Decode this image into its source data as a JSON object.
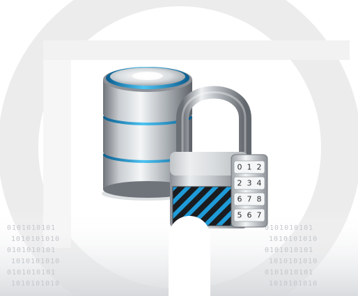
{
  "dial_digits": [
    [
      "0",
      "1",
      "2"
    ],
    [
      "2",
      "3",
      "4"
    ],
    [
      "6",
      "7",
      "8"
    ],
    [
      "5",
      "6",
      "7"
    ]
  ],
  "binary_pattern": [
    "0101010101",
    "1010101010",
    "0101010101",
    "1010101010",
    "0101010101",
    "1010101010"
  ],
  "icons": [
    "database-icon",
    "combination-padlock-icon",
    "circle-ring-icon"
  ],
  "colors": {
    "accent_blue": "#1e9bd8",
    "steel_light": "#e6e9ec",
    "steel_dark": "#7c8187",
    "ring_gray": "#e7e7e7",
    "stripe_black": "#1a1c1f"
  }
}
